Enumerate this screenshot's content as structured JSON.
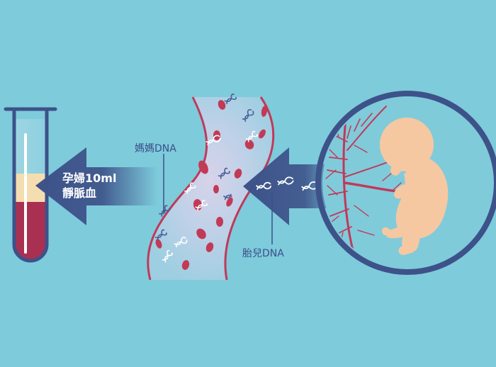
{
  "labels": {
    "sample_line1": "孕婦10ml",
    "sample_line2": "靜脈血",
    "maternal_dna": "媽媽DNA",
    "fetal_dna": "胎兒DNA"
  },
  "colors": {
    "background": "#7ecbdb",
    "arrow": "#3d5289",
    "vessel_wall": "#c0395a",
    "red_cell": "#c23a56",
    "fetal_dna_strand": "#ffffff",
    "maternal_dna_strand": "#4a5e96",
    "fetus": "#f6c8a2",
    "tube_plasma": "#f4ddb0",
    "tube_blood": "#a93050"
  },
  "icons": [
    "test-tube-icon",
    "blood-vessel-icon",
    "dna-icon",
    "red-blood-cell-icon",
    "uterus-icon",
    "fetus-icon",
    "placenta-vessels-icon"
  ]
}
